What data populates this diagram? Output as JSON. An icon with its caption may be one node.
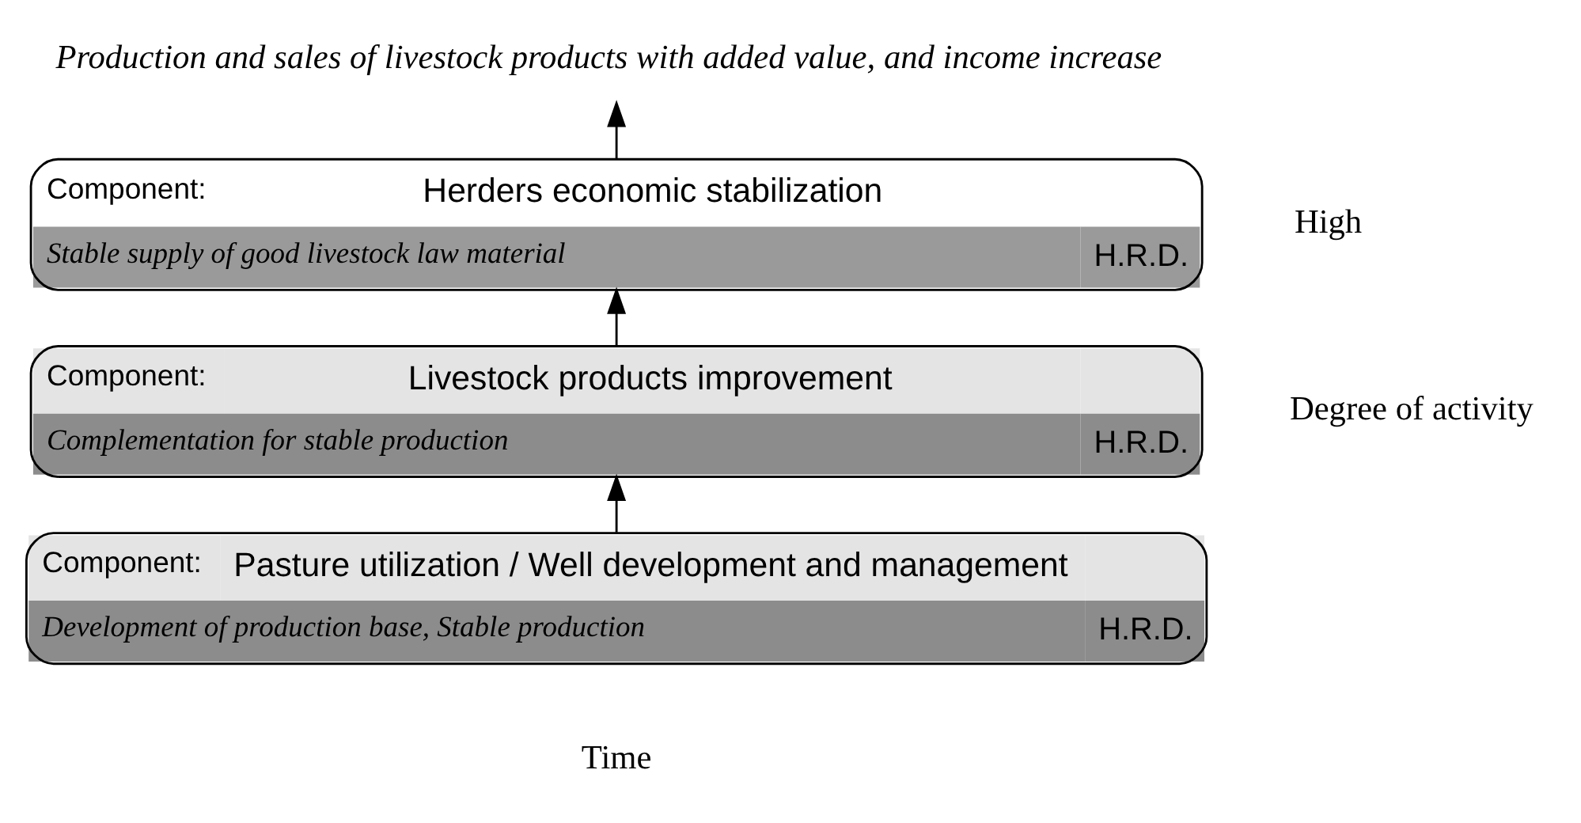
{
  "diagram": {
    "nodes": [
      {
        "text": [
          "Production and sales of livestock products with added value, and income increase"
        ]
      },
      {
        "text": [
          "Component:",
          "Herders economic stabilization",
          "Stable supply of good livestock law material",
          "H.R.D."
        ]
      },
      {
        "text": [
          "Component:",
          "Livestock products improvement",
          "Complementation for stable production",
          "H.R.D."
        ]
      },
      {
        "text": [
          "Component:",
          "Pasture utilization / Well development and management",
          "Development of production base, Stable production",
          "H.R.D."
        ]
      }
    ],
    "edges": [
      {
        "from": 3,
        "to": 2,
        "arrow": "to"
      },
      {
        "from": 2,
        "to": 1,
        "arrow": "to"
      },
      {
        "from": 1,
        "to": 0,
        "arrow": "to"
      }
    ],
    "labels": [
      "High",
      "Degree of activity",
      "Time"
    ]
  }
}
